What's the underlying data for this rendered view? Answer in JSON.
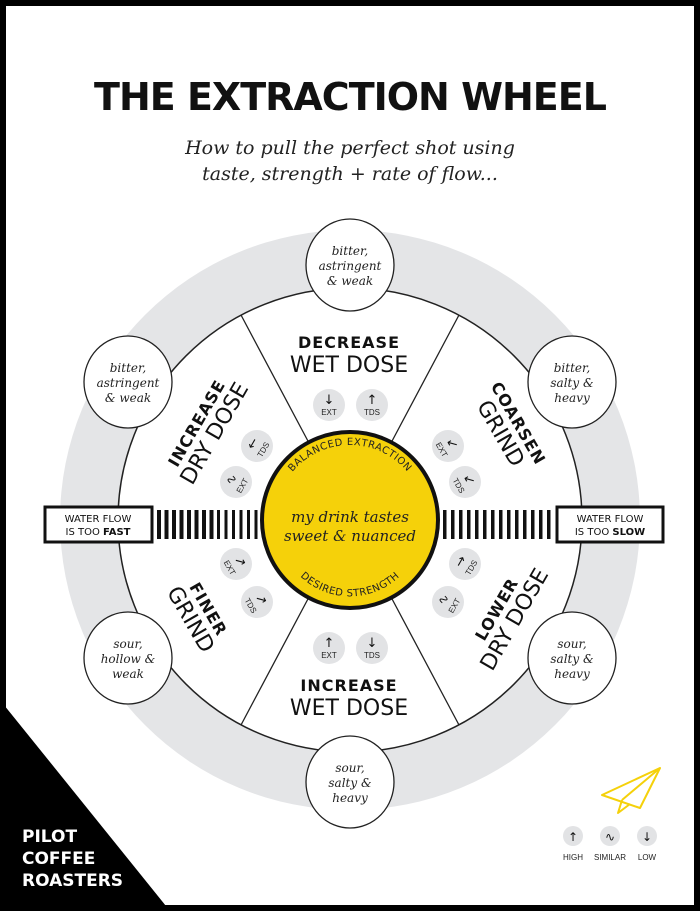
{
  "title": "THE EXTRACTION WHEEL",
  "subtitle": [
    "How to pull the perfect shot using",
    "taste, strength + rate of flow..."
  ],
  "center": {
    "top_arc": "BALANCED EXTRACTION",
    "bottom_arc": "DESIRED STRENGTH",
    "text": [
      "my drink tastes",
      "sweet & nuanced"
    ]
  },
  "segments": {
    "top": {
      "verb": "DECREASE",
      "noun": "WET DOSE",
      "badges": [
        {
          "arrow": "↓",
          "label": "EXT"
        },
        {
          "arrow": "↑",
          "label": "TDS"
        }
      ]
    },
    "upper_left": {
      "verb": "INCREASE",
      "noun": "DRY DOSE",
      "badges": [
        {
          "arrow": "←",
          "label": "TDS"
        },
        {
          "arrow": "∿",
          "label": "EXT"
        }
      ]
    },
    "upper_right": {
      "verb": "COARSEN",
      "noun": "GRIND",
      "badges": [
        {
          "arrow": "↙",
          "label": "EXT"
        },
        {
          "arrow": "↙",
          "label": "TDS"
        }
      ]
    },
    "lower_left": {
      "verb": "FINER",
      "noun": "GRIND",
      "badges": [
        {
          "arrow": "↗",
          "label": "EXT"
        },
        {
          "arrow": "↗",
          "label": "TDS"
        }
      ]
    },
    "lower_right": {
      "verb": "LOWER",
      "noun": "DRY DOSE",
      "badges": [
        {
          "arrow": "→",
          "label": "TDS"
        },
        {
          "arrow": "∿",
          "label": "EXT"
        }
      ]
    },
    "bottom": {
      "verb": "INCREASE",
      "noun": "WET DOSE",
      "badges": [
        {
          "arrow": "↑",
          "label": "EXT"
        },
        {
          "arrow": "↓",
          "label": "TDS"
        }
      ]
    }
  },
  "tastes": {
    "top": [
      "bitter,",
      "astringent",
      "& weak"
    ],
    "upper_left": [
      "bitter,",
      "astringent",
      "& weak"
    ],
    "upper_right": [
      "bitter,",
      "salty &",
      "heavy"
    ],
    "lower_left": [
      "sour,",
      "hollow &",
      "weak"
    ],
    "lower_right": [
      "sour,",
      "salty &",
      "heavy"
    ],
    "bottom": [
      "sour,",
      "salty &",
      "heavy"
    ]
  },
  "flow": {
    "left": {
      "line1": "WATER FLOW",
      "line2a": "IS TOO ",
      "line2b": "FAST"
    },
    "right": {
      "line1": "WATER FLOW",
      "line2a": "IS TOO ",
      "line2b": "SLOW"
    }
  },
  "legend": [
    {
      "arrow": "↑",
      "label": "HIGH"
    },
    {
      "arrow": "∿",
      "label": "SIMILAR"
    },
    {
      "arrow": "↓",
      "label": "LOW"
    }
  ],
  "logo": [
    "PILOT",
    "COFFEE",
    "ROASTERS"
  ],
  "colors": {
    "yellow": "#f5d10a",
    "ring": "#e4e5e7",
    "badge": "#e2e3e5"
  }
}
